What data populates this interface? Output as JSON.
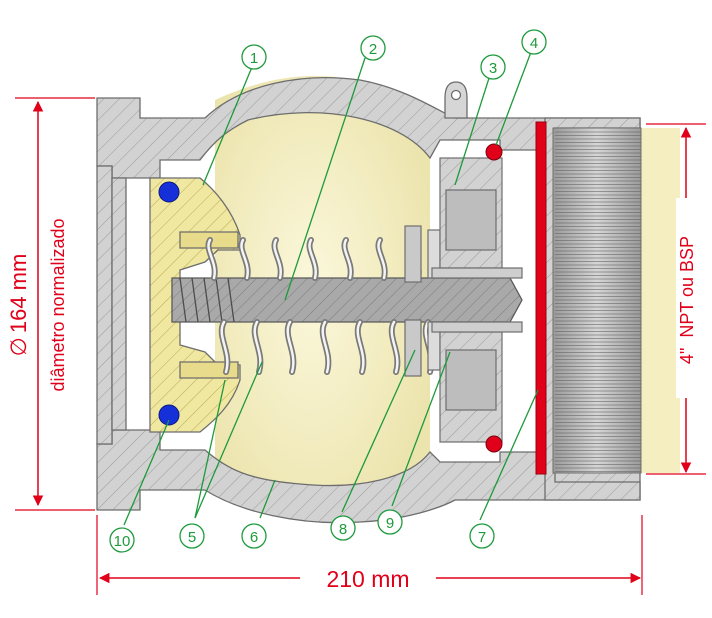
{
  "colors": {
    "accent_red": "#e0001a",
    "callout_green": "#1e9a3c",
    "seal_blue": "#1530d8",
    "body_gray": "#c8c8c8",
    "piston_yellow": "#f0e7a0"
  },
  "dimensions": {
    "diameter_symbol": "∅",
    "diameter_value": "164 mm",
    "diameter_note": "diâmetro normalizado",
    "length_value": "210 mm",
    "thread_spec": "4\"  NPT ou BSP"
  },
  "callouts": [
    {
      "number": "1"
    },
    {
      "number": "2"
    },
    {
      "number": "3"
    },
    {
      "number": "4"
    },
    {
      "number": "5"
    },
    {
      "number": "6"
    },
    {
      "number": "7"
    },
    {
      "number": "8"
    },
    {
      "number": "9"
    },
    {
      "number": "10"
    }
  ]
}
